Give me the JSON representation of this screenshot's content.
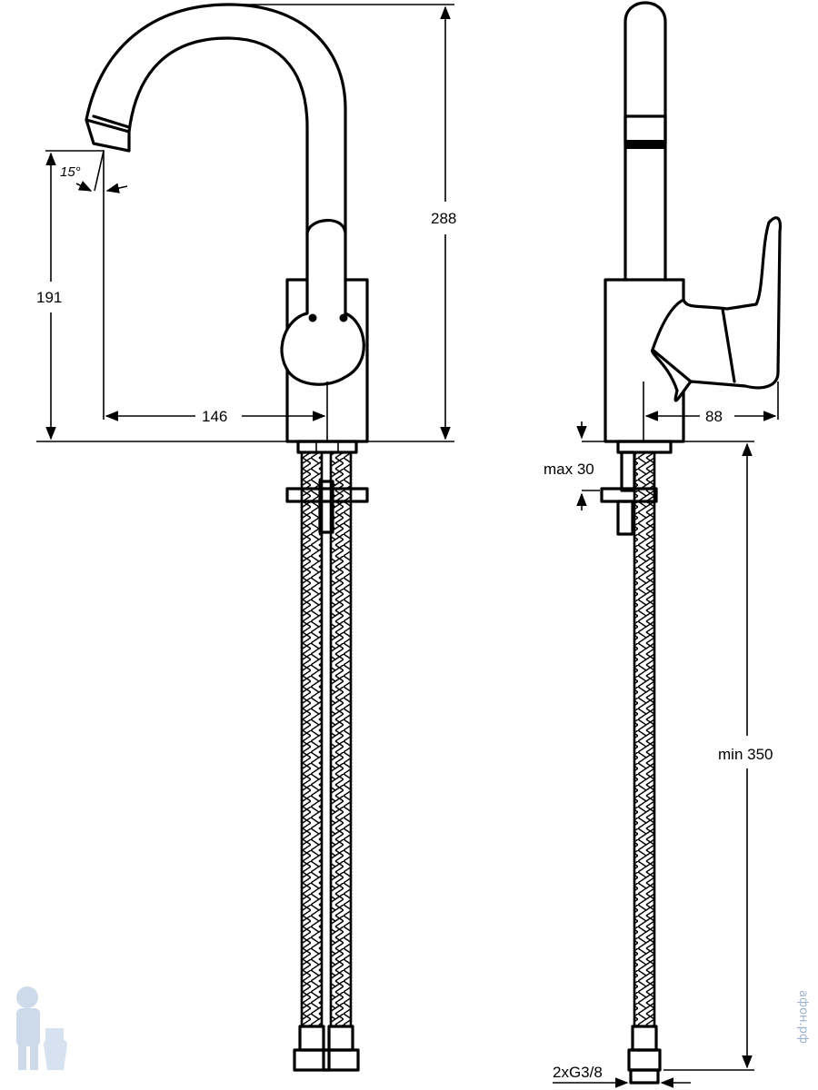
{
  "dimensions": {
    "total_height": "288",
    "spout_height": "191",
    "spout_reach": "146",
    "lever_depth": "88",
    "max_deck": "max 30",
    "min_hose": "min 350",
    "connection": "2xG3/8",
    "angle": "15°"
  },
  "watermark": {
    "text": "афон.рф",
    "logo_name": "plumber-mascot"
  },
  "colors": {
    "line": "#000000",
    "background": "#ffffff",
    "watermark": "#9db3cf"
  }
}
